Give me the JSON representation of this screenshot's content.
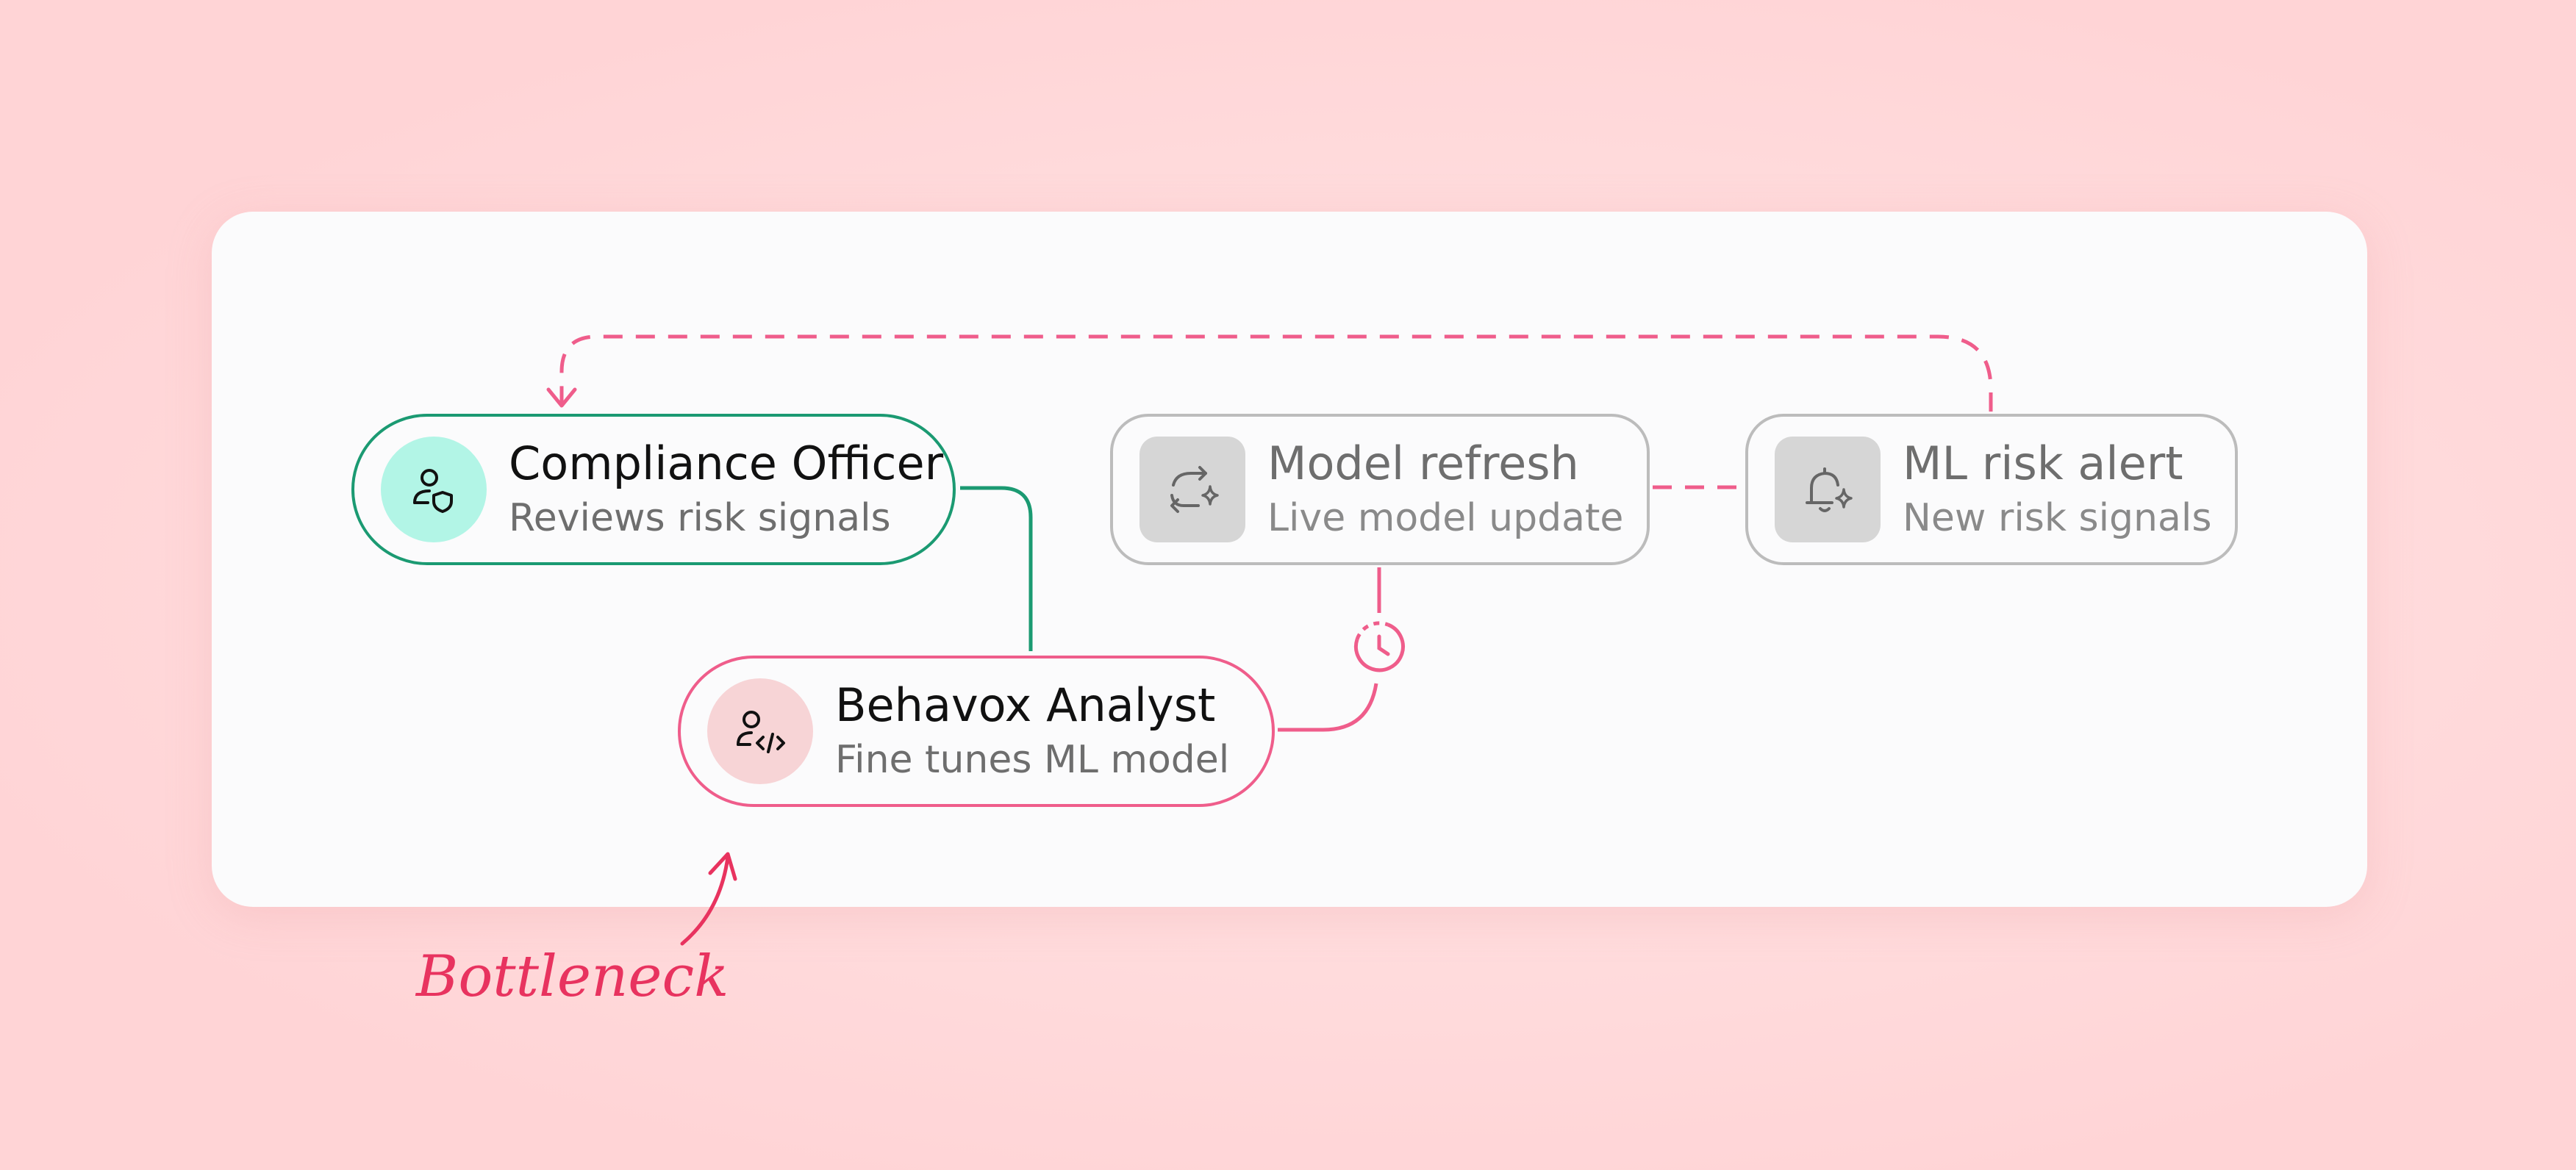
{
  "nodes": {
    "compliance": {
      "title": "Compliance Officer",
      "subtitle": "Reviews risk signals",
      "icon": "user-shield-icon"
    },
    "analyst": {
      "title": "Behavox Analyst",
      "subtitle": "Fine tunes ML model",
      "icon": "user-code-icon"
    },
    "refresh": {
      "title": "Model refresh",
      "subtitle": "Live model update",
      "icon": "refresh-sparkle-icon"
    },
    "alert": {
      "title": "ML risk alert",
      "subtitle": "New risk signals",
      "icon": "bell-sparkle-icon"
    }
  },
  "annotation": {
    "label": "Bottleneck"
  },
  "colors": {
    "green": "#1b9a72",
    "pink": "#ef5d8b",
    "annotation": "#e8335f",
    "inactive_border": "#bcbcbc"
  }
}
